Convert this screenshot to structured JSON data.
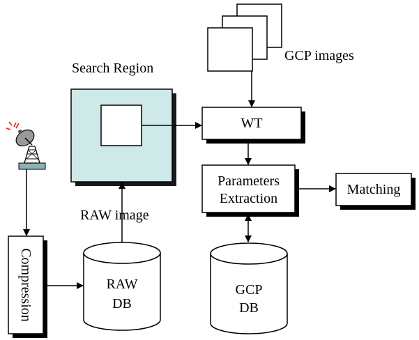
{
  "labels": {
    "search_region": "Search Region",
    "gcp_images": "GCP images",
    "wt": "WT",
    "parameters": "Parameters",
    "extraction": "Extraction",
    "matching": "Matching",
    "raw_image": "RAW image",
    "raw": "RAW",
    "raw_db": "DB",
    "gcp": "GCP",
    "gcp_db": "DB",
    "compression": "Compression"
  },
  "colors": {
    "search_region_fill": "#cfe8e8",
    "stroke": "#000000",
    "shadow": "#000000",
    "antenna_dish": "#9a9a9a",
    "antenna_base": "#8fb0b0",
    "antenna_signal": "#e03030"
  },
  "icons": {
    "antenna": "satellite-antenna-icon"
  }
}
